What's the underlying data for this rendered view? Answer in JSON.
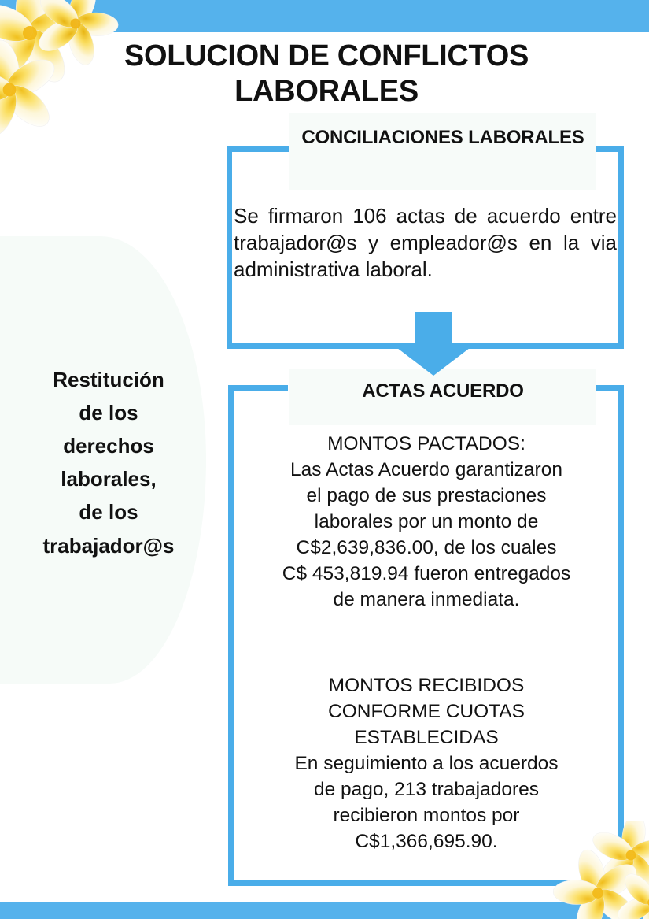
{
  "poster": {
    "title": "SOLUCION DE CONFLICTOS LABORALES",
    "accent_color": "#55b2ec",
    "frame_color": "#4aade9",
    "text_color": "#111111",
    "panel_color": "#f7fbf9",
    "background_color": "#ffffff"
  },
  "side_statement": {
    "text": "Restitución\nde los\nderechos\nlaborales,\nde los\ntrabajador@s"
  },
  "box1": {
    "header": "CONCILIACIONES LABORALES",
    "body": "Se firmaron 106 actas de acuerdo entre trabajador@s y empleador@s en la via administrativa laboral.",
    "actas_firmadas": "106"
  },
  "connector": {
    "icon": "down-arrow-icon",
    "direction": "down",
    "color": "#4aade9"
  },
  "box2": {
    "header": "ACTAS ACUERDO",
    "section_a": "MONTOS PACTADOS:\nLas Actas Acuerdo  garantizaron\nel pago de sus prestaciones\nlaborales  por un monto de\nC$2,639,836.00, de los cuales\nC$ 453,819.94 fueron entregados\nde manera inmediata.",
    "section_b": "MONTOS RECIBIDOS\nCONFORME CUOTAS\nESTABLECIDAS\nEn seguimiento a los acuerdos\nde pago, 213 trabajadores\nrecibieron montos por\nC$1,366,695.90.",
    "monto_pactado": "C$2,639,836.00",
    "monto_entregado_inmediato": "C$ 453,819.94",
    "trabajadores_beneficiados": "213",
    "monto_recibido": "C$1,366,695.90"
  },
  "decorations": {
    "top_left": "plumeria-flowers-icon",
    "bottom_right": "plumeria-flowers-icon"
  }
}
